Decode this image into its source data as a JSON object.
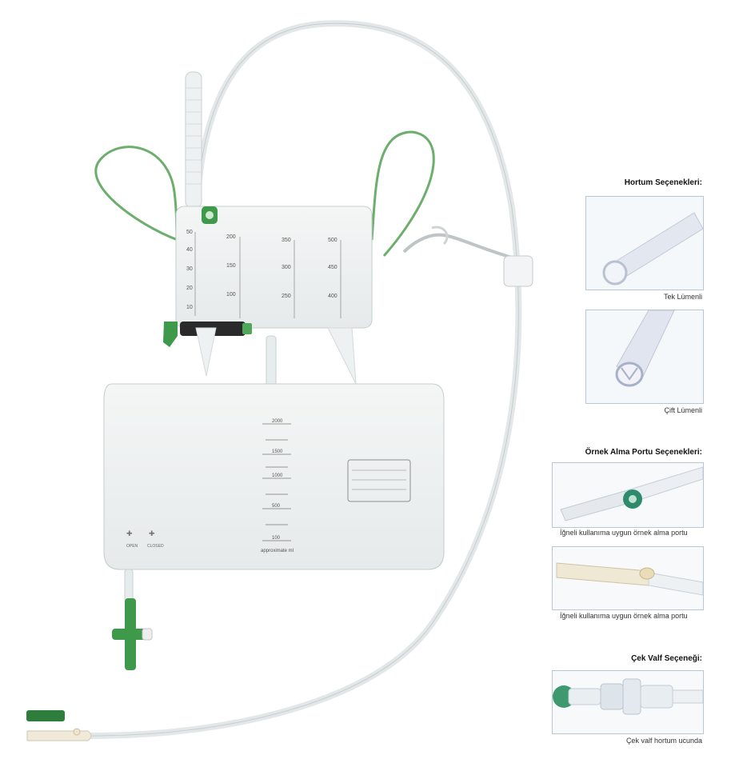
{
  "sections": {
    "tube_options": {
      "title": "Hortum Seçenekleri:",
      "items": [
        {
          "caption": "Tek Lümenli"
        },
        {
          "caption": "Çift Lümenli"
        }
      ]
    },
    "sample_port_options": {
      "title": "Örnek Alma Portu Seçenekleri:",
      "items": [
        {
          "caption": "İğneli kullanıma uygun örnek alma portu"
        },
        {
          "caption": "İğneli kullanıma uygun örnek alma portu"
        }
      ]
    },
    "check_valve_option": {
      "title": "Çek Valf Seçeneği:",
      "items": [
        {
          "caption": "Çek valf hortum ucunda"
        }
      ]
    }
  },
  "chamber_scales": [
    {
      "top": "50",
      "marks": [
        "40",
        "30",
        "20",
        "10"
      ]
    },
    {
      "top": "200",
      "marks": [
        "150",
        "100"
      ]
    },
    {
      "top": "350",
      "marks": [
        "300",
        "250"
      ]
    },
    {
      "top": "500",
      "marks": [
        "450",
        "400"
      ]
    }
  ],
  "bag_scale": [
    "2000",
    "1500",
    "1000",
    "500",
    "100"
  ],
  "bag_scale_label": "approximate ml",
  "valve_labels": {
    "open": "OPEN",
    "closed": "CLOSED"
  },
  "colors": {
    "accent_green": "#3e9a4a",
    "strap_green": "#6cae6c",
    "frame_border": "#b9c6d6"
  }
}
